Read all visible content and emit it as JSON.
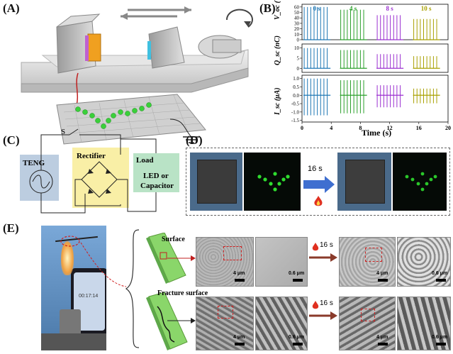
{
  "panels": {
    "a": {
      "label": "(A)"
    },
    "b": {
      "label": "(B)",
      "xlabel": "Time (s)",
      "xticks": [
        "0",
        "4",
        "8",
        "12",
        "16",
        "20"
      ],
      "time_labels": [
        "0 s",
        "4 s",
        "8 s",
        "10 s"
      ],
      "voc_label": "V_oc (V)",
      "qsc_label": "Q_sc (nC)",
      "isc_label": "I_sc (μA)",
      "voc_ticks": [
        "60",
        "50",
        "40",
        "30",
        "20",
        "10",
        "0"
      ],
      "qsc_ticks": [
        "10",
        "5",
        "0"
      ],
      "isc_ticks": [
        "1.0",
        "0.5",
        "0.0",
        "-0.5",
        "-1.0",
        "-1.5"
      ]
    },
    "c": {
      "label": "(C)",
      "switch": "S",
      "teng": "TENG",
      "rectifier": "Rectifier",
      "load": "Load",
      "led": "LED or",
      "capacitor": "Capacitor"
    },
    "d": {
      "label": "(D)",
      "time": "16 s"
    },
    "e": {
      "label": "(E)",
      "surface": "Surface",
      "fracture": "Fracture surface",
      "time1": "16 s",
      "time2": "16 s",
      "phone_time": "00:17:14",
      "scale_4": "4 μm",
      "scale_06": "0.6 μm"
    }
  },
  "colors": {
    "seg0": "#1f77b4",
    "seg1": "#2ca02c",
    "seg2": "#9b30d0",
    "seg3": "#a8a000"
  },
  "chart_data": {
    "type": "line",
    "xlabel": "Time (s)",
    "xlim": [
      0,
      20
    ],
    "series": [
      {
        "name": "0 s",
        "peak_voc": 60,
        "peak_qsc": 10,
        "peak_isc": 1.0
      },
      {
        "name": "4 s",
        "peak_voc": 55,
        "peak_qsc": 9,
        "peak_isc": 0.9
      },
      {
        "name": "8 s",
        "peak_voc": 45,
        "peak_qsc": 7,
        "peak_isc": 0.6
      },
      {
        "name": "10 s",
        "peak_voc": 38,
        "peak_qsc": 6,
        "peak_isc": 0.4
      }
    ],
    "subplots": [
      {
        "ylabel": "V_oc (V)",
        "ylim": [
          0,
          65
        ]
      },
      {
        "ylabel": "Q_sc (nC)",
        "ylim": [
          -2,
          12
        ]
      },
      {
        "ylabel": "I_sc (μA)",
        "ylim": [
          -1.6,
          1.2
        ]
      }
    ]
  }
}
